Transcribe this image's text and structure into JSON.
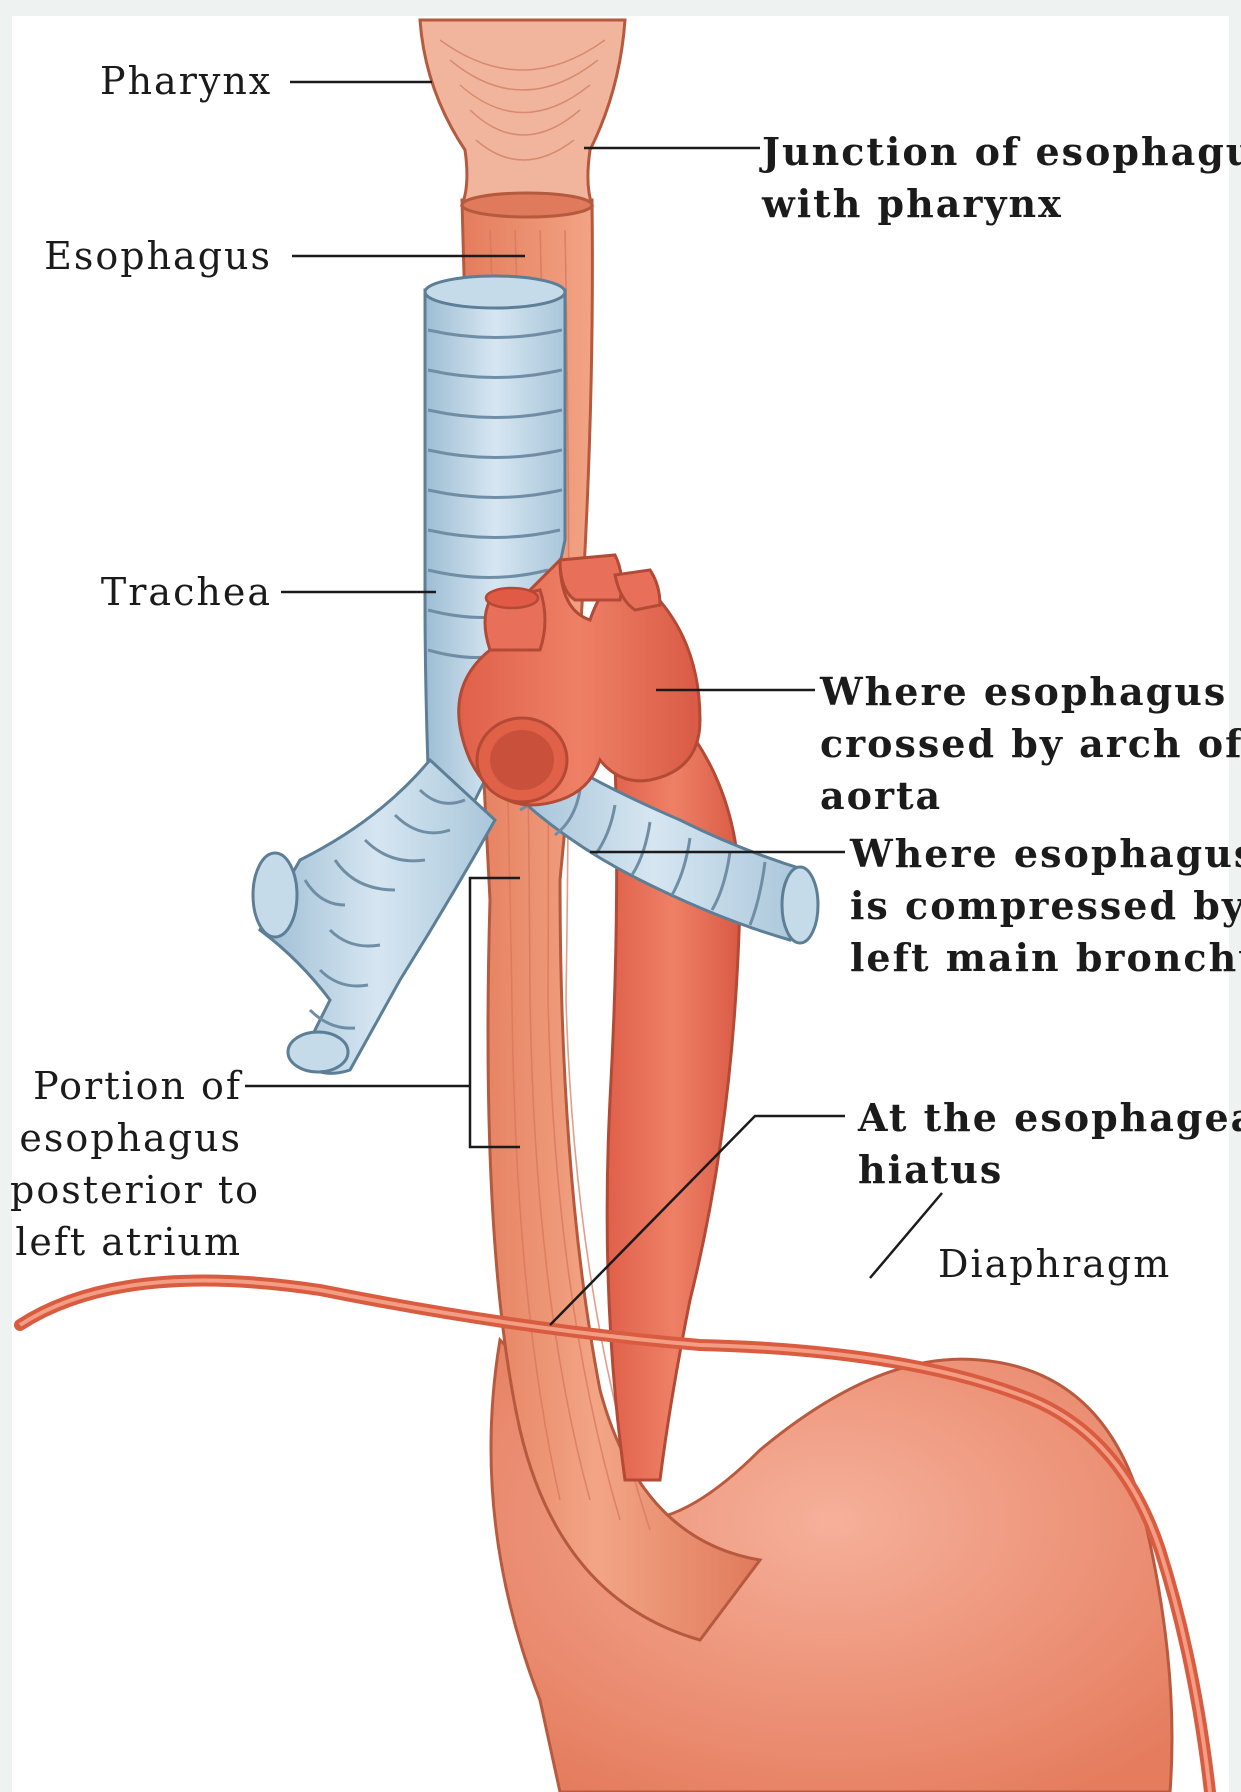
{
  "labels": {
    "pharynx": "Pharynx",
    "junction": [
      "Junction of esophagus",
      "with pharynx"
    ],
    "esophagus": "Esophagus",
    "trachea": "Trachea",
    "arch": [
      "Where esophagus is",
      "crossed by arch of",
      "aorta"
    ],
    "bronchus": [
      "Where esophagus",
      "is compressed by",
      "left main bronchus"
    ],
    "atrium": [
      "Portion of",
      "esophagus",
      "posterior to",
      "left atrium"
    ],
    "hiatus": [
      "At the esophageal",
      "hiatus"
    ],
    "diaphragm": "Diaphragm"
  },
  "colors": {
    "esophagus": "#e98a68",
    "aorta": "#e66f57",
    "trachea": "#b9d4e6",
    "trachea_dark": "#6f8ea5",
    "diaphragm": "#e06a4e",
    "stomach": "#ec8e72"
  }
}
